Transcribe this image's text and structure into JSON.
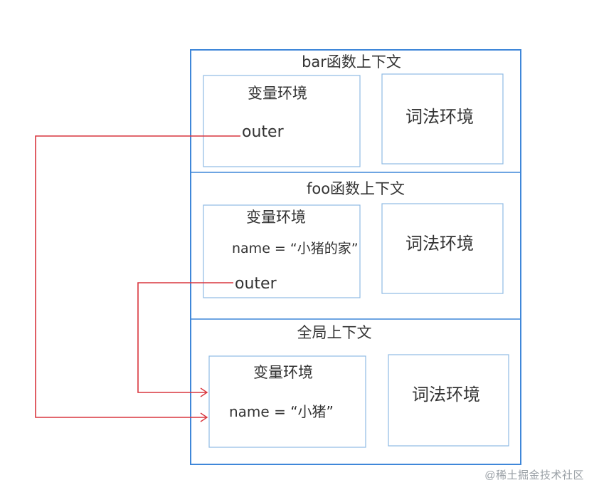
{
  "diagram": {
    "contexts": [
      {
        "title": "bar函数上下文",
        "variable_env": {
          "label": "变量环境",
          "lines": [
            "outer"
          ]
        },
        "lexical_env": {
          "label": "词法环境"
        }
      },
      {
        "title": "foo函数上下文",
        "variable_env": {
          "label": "变量环境",
          "lines": [
            "name = “小猪的家”",
            "outer"
          ]
        },
        "lexical_env": {
          "label": "词法环境"
        }
      },
      {
        "title": "全局上下文",
        "variable_env": {
          "label": "变量环境",
          "lines": [
            "name = “小猪”"
          ]
        },
        "lexical_env": {
          "label": "词法环境"
        }
      }
    ],
    "colors": {
      "outer_box": "#3f87d9",
      "inner_box": "#8fbbe4",
      "arrow": "#d9363e",
      "text": "#333333"
    }
  },
  "watermark": "@稀土掘金技术社区"
}
